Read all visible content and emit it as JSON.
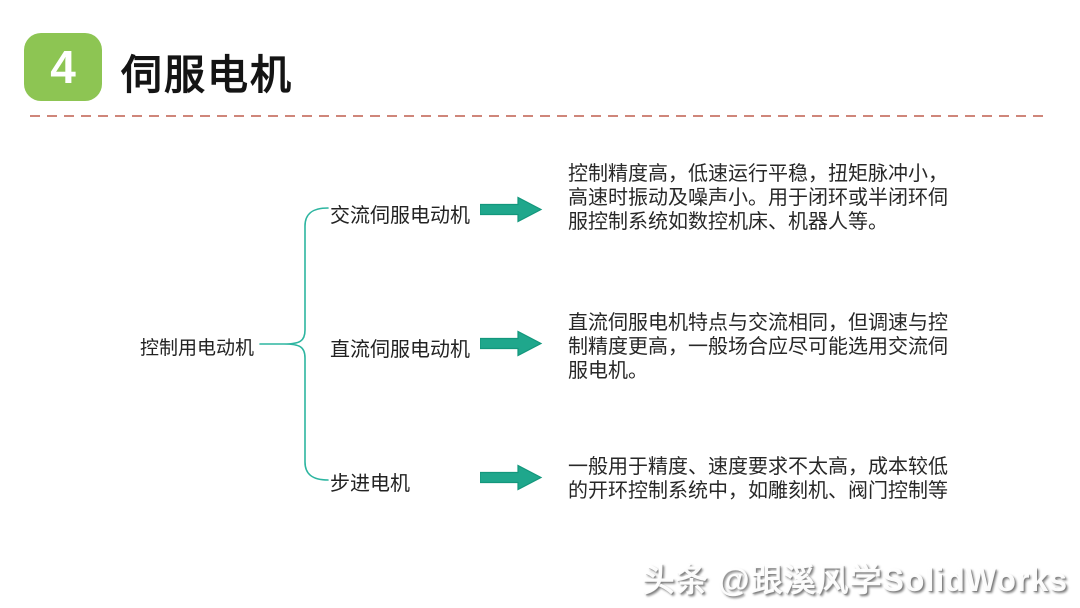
{
  "header": {
    "number": "4",
    "title": "伺服电机"
  },
  "colors": {
    "badge_green": "#8dc553",
    "divider_dash_red": "#cf867a",
    "brace_teal": "#2db5a0",
    "arrow_teal": "#1fa78c",
    "title_text": "#141414",
    "body_text": "#282828"
  },
  "diagram": {
    "root_label": "控制用电动机",
    "branches": [
      {
        "label": "交流伺服电动机",
        "arrow_icon": "block-arrow-right",
        "description": [
          "控制精度高，低速运行平稳，扭矩脉冲小，",
          "高速时振动及噪声小。用于闭环或半闭环伺",
          "服控制系统如数控机床、机器人等。"
        ]
      },
      {
        "label": "直流伺服电动机",
        "arrow_icon": "block-arrow-right",
        "description": [
          "直流伺服电机特点与交流相同，但调速与控",
          "制精度更高，一般场合应尽可能选用交流伺",
          "服电机。"
        ]
      },
      {
        "label": "步进电机",
        "arrow_icon": "block-arrow-right",
        "description": [
          "一般用于精度、速度要求不太高，成本较低",
          "的开环控制系统中，如雕刻机、阀门控制等"
        ]
      }
    ]
  },
  "watermark": {
    "text": "头条 @跟溪风学SolidWorks"
  }
}
